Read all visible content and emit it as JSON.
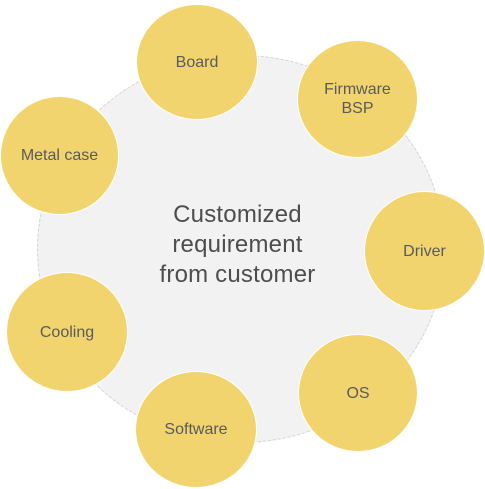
{
  "diagram": {
    "center": {
      "lines": [
        "Customized",
        "requirement",
        "from customer"
      ]
    },
    "nodes": {
      "board": {
        "label": "Board"
      },
      "firmware": {
        "lines": [
          "Firmware",
          "BSP"
        ]
      },
      "metal_case": {
        "label": "Metal case"
      },
      "driver": {
        "label": "Driver"
      },
      "cooling": {
        "label": "Cooling"
      },
      "os": {
        "label": "OS"
      },
      "software": {
        "label": "Software"
      }
    },
    "colors": {
      "node_fill": "#f2d46f",
      "center_fill": "#f2f2f2",
      "center_border": "#d2d2d2",
      "text": "#4d4d4d"
    }
  }
}
